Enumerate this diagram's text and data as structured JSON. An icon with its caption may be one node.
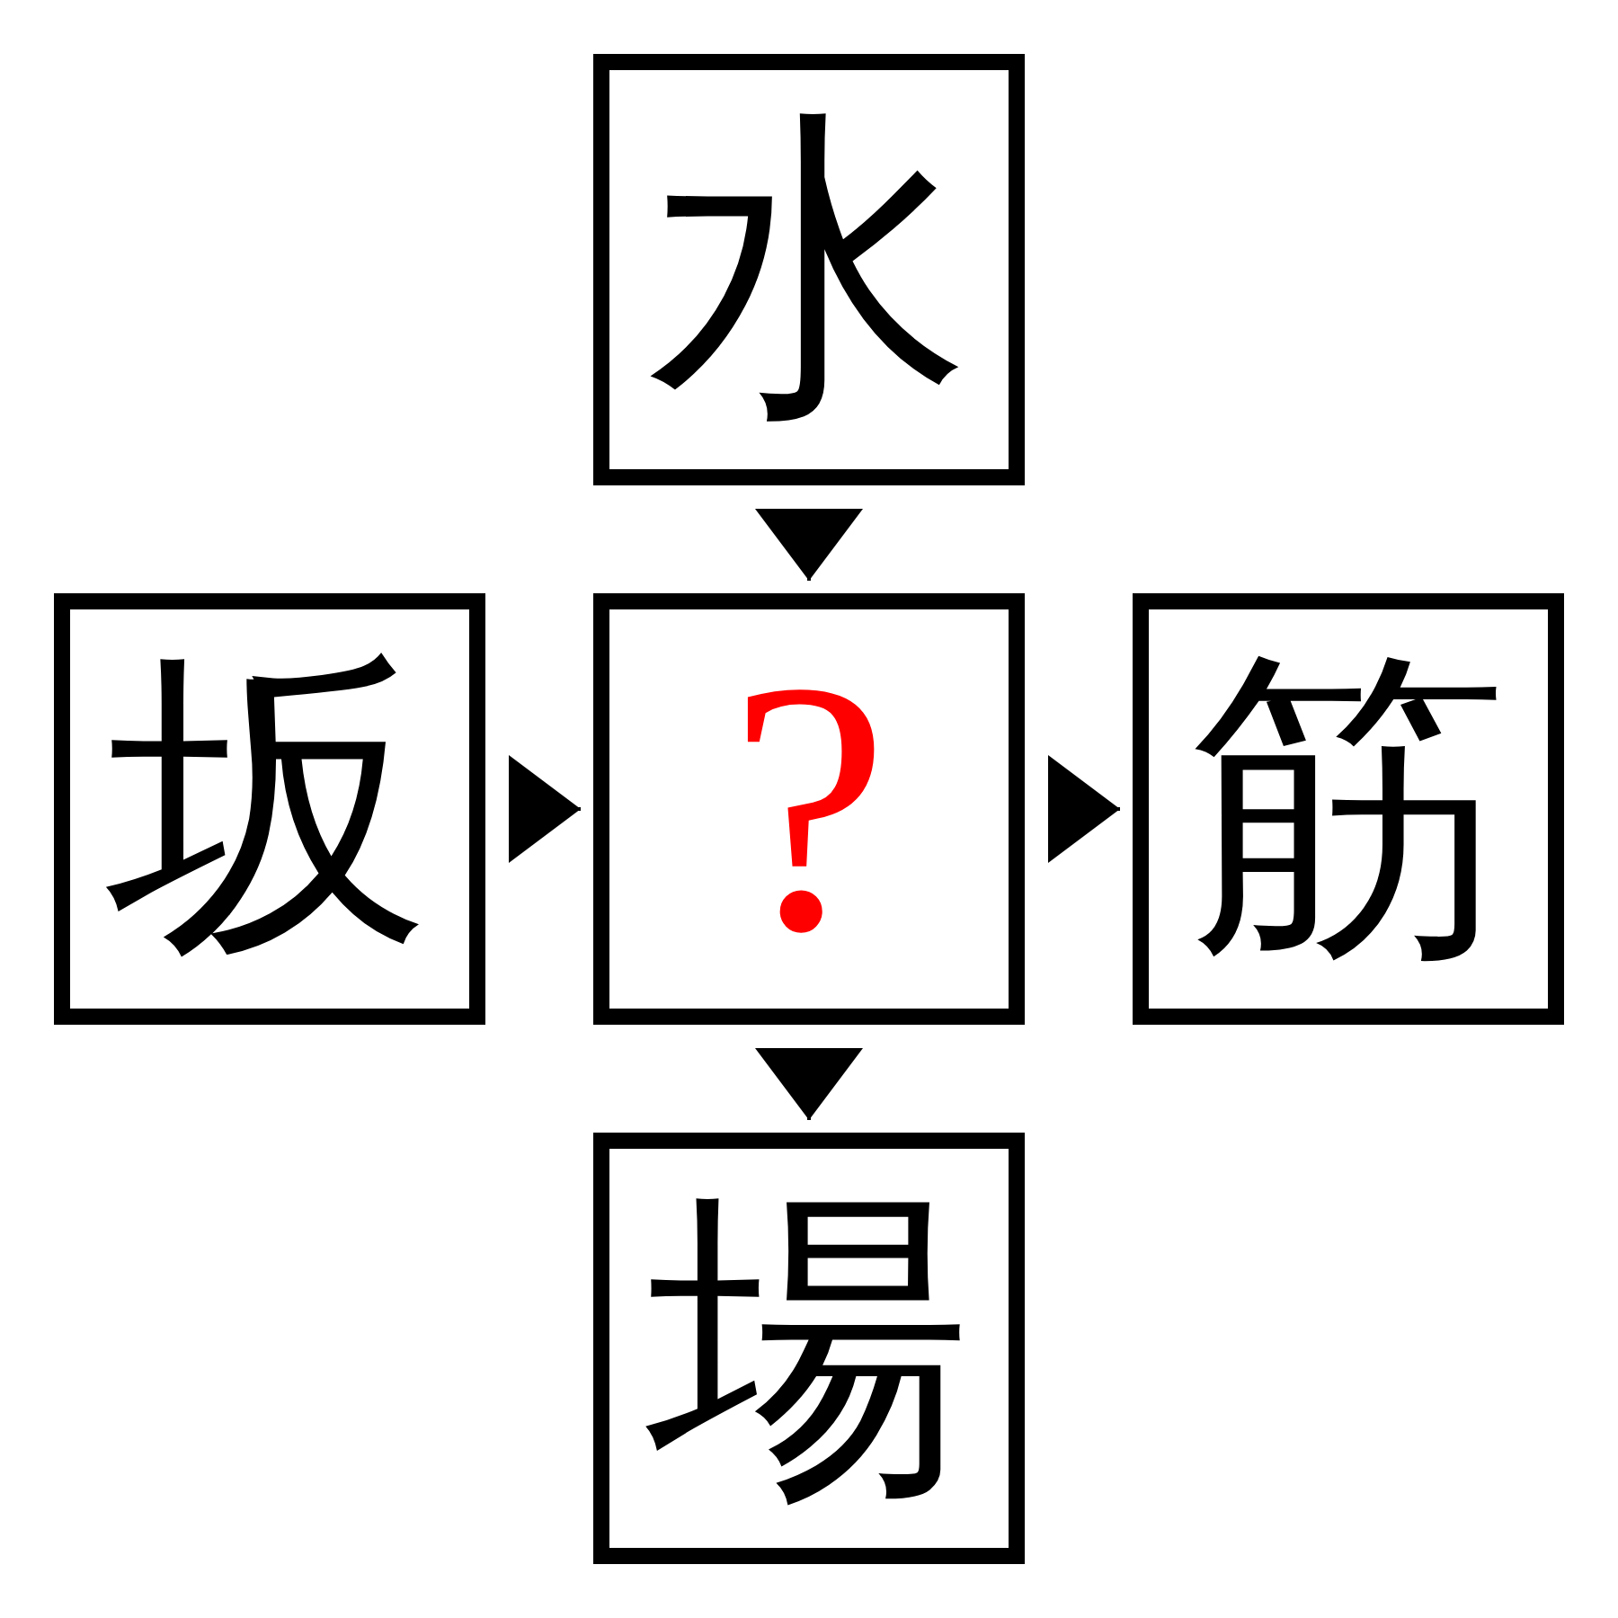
{
  "diagram": {
    "nodes": [
      {
        "text": [
          "水"
        ]
      },
      {
        "text": [
          "坂"
        ]
      },
      {
        "text": [
          "?"
        ]
      },
      {
        "text": [
          "筋"
        ]
      },
      {
        "text": [
          "場"
        ]
      }
    ],
    "edges": [
      {
        "from": 0,
        "to": 2,
        "arrow": "to"
      },
      {
        "from": 1,
        "to": 2,
        "arrow": "to"
      },
      {
        "from": 2,
        "to": 3,
        "arrow": "to"
      },
      {
        "from": 2,
        "to": 4,
        "arrow": "to"
      }
    ]
  }
}
